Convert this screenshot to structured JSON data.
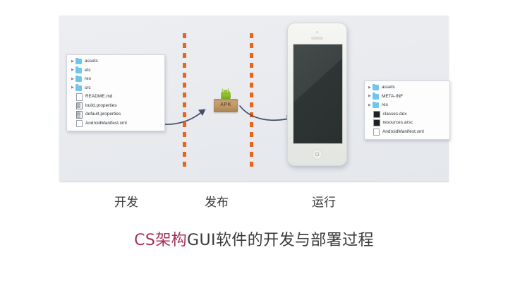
{
  "title": {
    "accent": "CS架构",
    "rest": "GUI软件的开发与部署过程",
    "accent_color": "#a8315a",
    "rest_color": "#3a3a3a"
  },
  "stages": [
    {
      "label": "开发"
    },
    {
      "label": "发布"
    },
    {
      "label": "运行"
    }
  ],
  "panel": {
    "background_color": "#eceef1",
    "divider_color": "#e8651d",
    "arrow_color": "#41506a"
  },
  "source_project": {
    "window_name": "project-file-tree",
    "rows": [
      {
        "name": "assets",
        "icon": "folder-icon",
        "expandable": true
      },
      {
        "name": "etc",
        "icon": "folder-icon",
        "expandable": true
      },
      {
        "name": "res",
        "icon": "folder-icon",
        "expandable": true
      },
      {
        "name": "src",
        "icon": "folder-icon",
        "expandable": true
      },
      {
        "name": "README.md",
        "icon": "document-icon",
        "expandable": false
      },
      {
        "name": "build.properties",
        "icon": "properties-file-icon",
        "expandable": false
      },
      {
        "name": "default.properties",
        "icon": "properties-file-icon",
        "expandable": false
      },
      {
        "name": "AndroidManifest.xml",
        "icon": "document-icon",
        "expandable": false
      }
    ]
  },
  "apk_package": {
    "label": "APK",
    "icon": "android-package-icon"
  },
  "apk_contents": {
    "window_name": "apk-file-tree",
    "rows": [
      {
        "name": "assets",
        "icon": "folder-icon",
        "expandable": true
      },
      {
        "name": "META-INF",
        "icon": "folder-icon",
        "expandable": true
      },
      {
        "name": "res",
        "icon": "folder-icon",
        "expandable": true
      },
      {
        "name": "classes.dex",
        "icon": "binary-file-icon",
        "expandable": false
      },
      {
        "name": "resources.arsc",
        "icon": "binary-file-icon",
        "expandable": false
      },
      {
        "name": "AndroidManifest.xml",
        "icon": "document-icon",
        "expandable": false
      }
    ]
  },
  "device": {
    "name": "smartphone",
    "screen_state": "off"
  }
}
